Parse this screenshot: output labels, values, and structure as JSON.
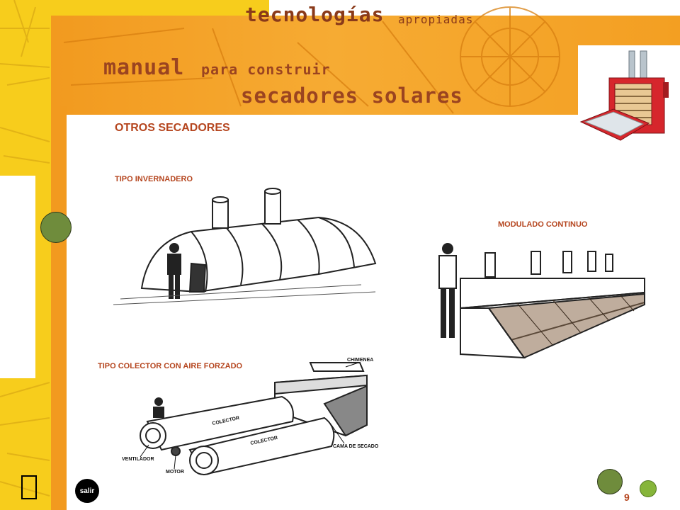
{
  "header": {
    "line1_main": "tecnologías",
    "line1_sub": "apropiadas",
    "line2_main": "manual",
    "line2_sub": "para construir",
    "line3": "secadores solares"
  },
  "section_title": "OTROS SECADORES",
  "figures": {
    "invernadero": {
      "label": "TIPO INVERNADERO"
    },
    "modulado": {
      "label": "MODULADO  CONTINUO"
    },
    "colector": {
      "label": "TIPO COLECTOR CON AIRE FORZADO",
      "annotations": {
        "chimenea": "CHIMENEA",
        "colector_1": "COLECTOR",
        "colector_2": "COLECTOR",
        "cama": "CAMA DE SECADO",
        "ventilador": "VENTILADOR",
        "motor": "MOTOR"
      }
    }
  },
  "nav": {
    "exit_label": "salir",
    "page_number": "9"
  },
  "colors": {
    "yellow": "#f7cd1c",
    "orange": "#f29a1f",
    "title_brown": "#9b4420",
    "label_red": "#b5451e",
    "button_green": "#6f8c3c",
    "button_light_green": "#86b53a"
  }
}
